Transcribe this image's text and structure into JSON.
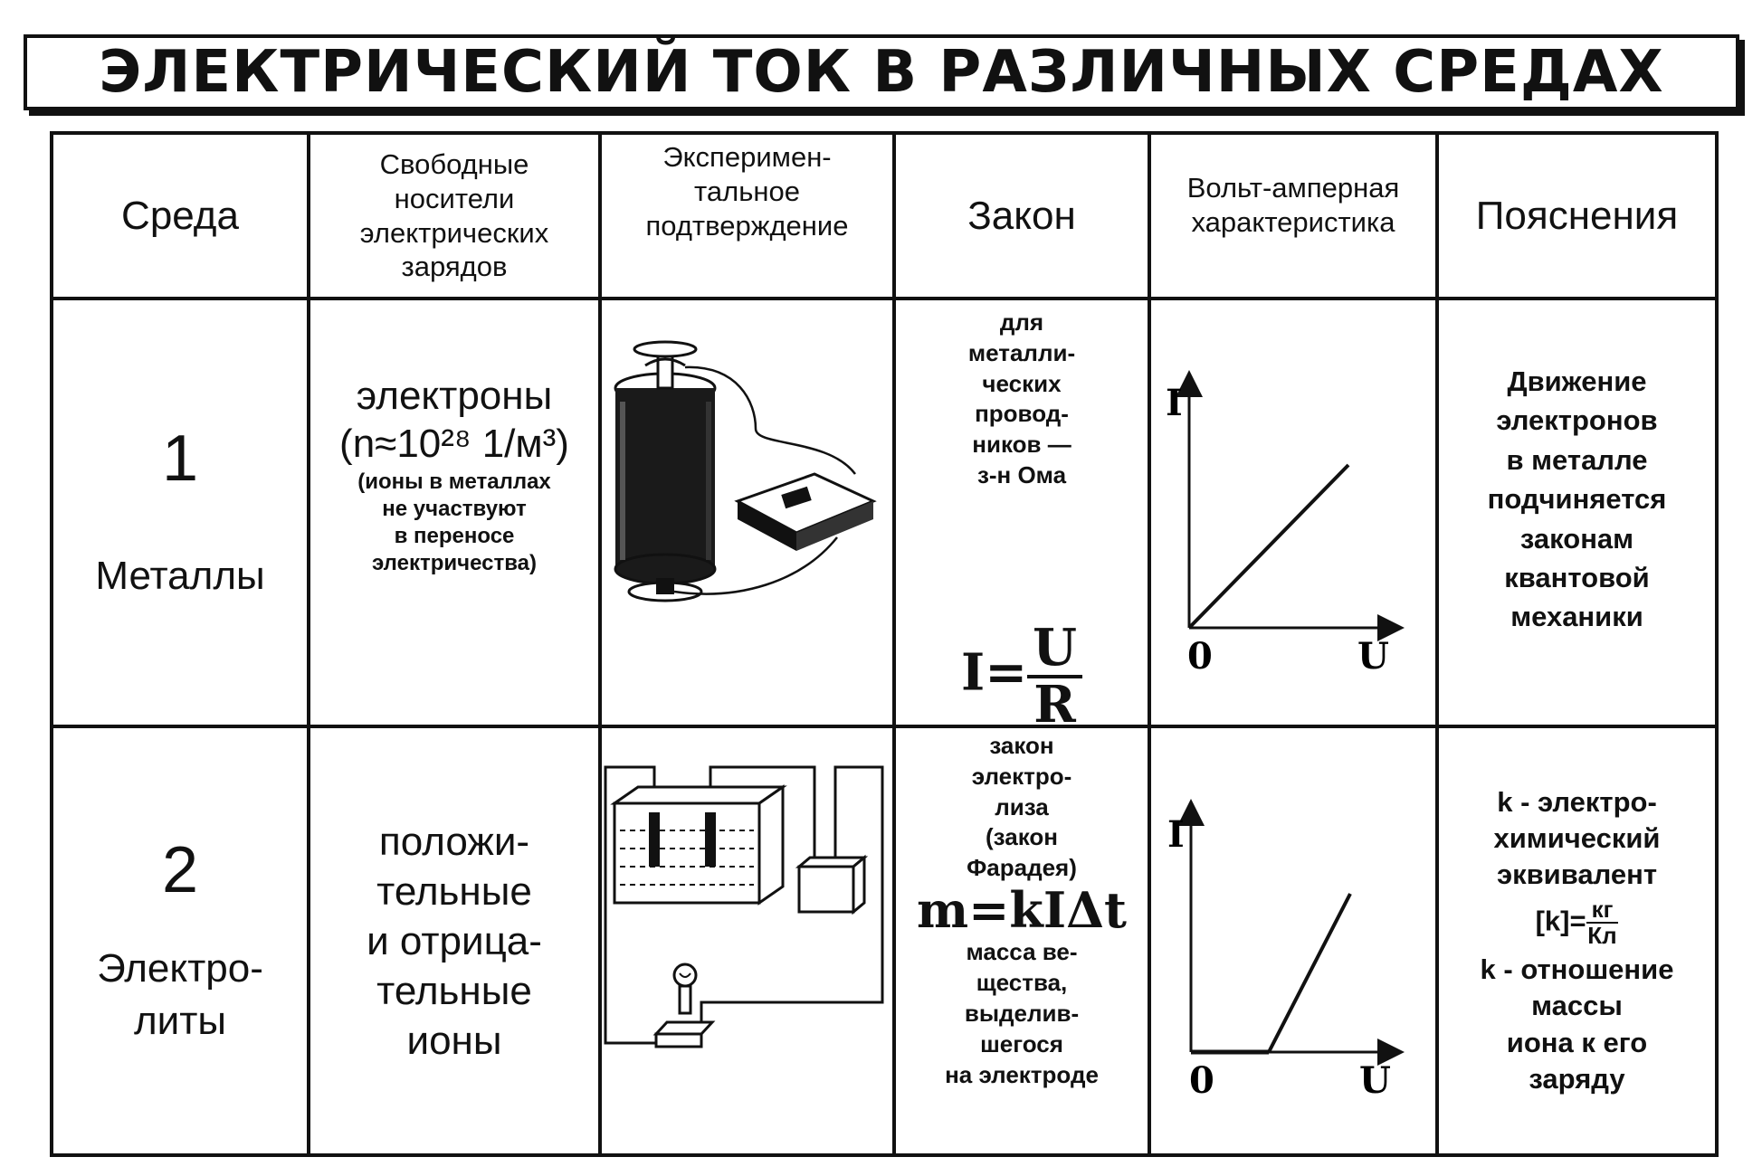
{
  "title": "ЭЛЕКТРИЧЕСКИЙ ТОК В РАЗЛИЧНЫХ СРЕДАХ",
  "headers": {
    "medium": "Среда",
    "carriers": [
      "Свободные",
      "носители",
      "электрических",
      "зарядов"
    ],
    "experiment": [
      "Эксперимен-",
      "тальное",
      "подтверждение"
    ],
    "law": "Закон",
    "vac": [
      "Вольт-амперная",
      "характеристика"
    ],
    "notes": "Пояснения"
  },
  "rows": [
    {
      "num": "1",
      "medium": [
        "Металлы"
      ],
      "carrier_main": [
        "электроны"
      ],
      "carrier_formula": "(n≈10²⁸ 1/м³)",
      "carrier_note": [
        "(ионы в металлах",
        "не участвуют",
        "в переносе",
        "электричества)"
      ],
      "law_text": [
        "для",
        "металли-",
        "ческих",
        "провод-",
        "ников —",
        "з-н Ома"
      ],
      "law_formula": {
        "lhs": "I=",
        "num": "U",
        "den": "R"
      },
      "vac": {
        "y_label": "I",
        "x_label": "U",
        "origin": "0",
        "shape": "linear through origin"
      },
      "notes": [
        "Движение",
        "электронов",
        "в металле",
        "подчиняется",
        "законам",
        "квантовой",
        "механики"
      ]
    },
    {
      "num": "2",
      "medium": [
        "Электро-",
        "литы"
      ],
      "carrier_big": [
        "положи-",
        "тельные",
        "и отрица-",
        "тельные",
        "ионы"
      ],
      "law_text_top": [
        "закон",
        "электро-",
        "лиза",
        "(закон",
        "Фарадея)"
      ],
      "law_formula": "m=kIΔt",
      "law_text_bottom": [
        "масса ве-",
        "щества,",
        "выделив-",
        "шегося",
        "на электроде"
      ],
      "vac": {
        "y_label": "I",
        "x_label": "U",
        "origin": "0",
        "shape": "linear after threshold"
      },
      "notes_top": [
        "k - электро-",
        "химический",
        "эквивалент"
      ],
      "notes_unit": {
        "lhs": "[k]=",
        "num": "кг",
        "den": "Кл"
      },
      "notes_bottom": [
        "k - отношение",
        "массы",
        "иона к его",
        "заряду"
      ]
    }
  ]
}
